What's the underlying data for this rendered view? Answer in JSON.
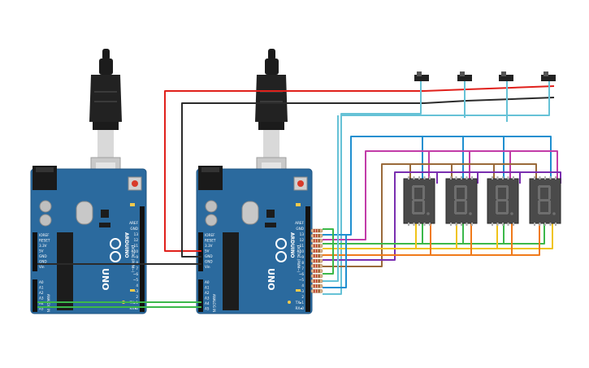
{
  "boards": [
    {
      "logo": "ARDUINO",
      "model": "UNO",
      "header_top": "DIGITAL (PWM~)",
      "header_bottom": "ANALOG IN",
      "power_pins": [
        "IOREF",
        "RESET",
        "3.3V",
        "5V",
        "GND",
        "GND",
        "Vin"
      ],
      "analog_pins": [
        "A0",
        "A1",
        "A2",
        "A3",
        "A4",
        "A5"
      ],
      "digital_pins": [
        "AREF",
        "GND",
        "13",
        "12",
        "~11",
        "~10",
        "~9",
        "8",
        "7",
        "~6",
        "~5",
        "4",
        "~3",
        "2",
        "TX▸1",
        "RX◂0"
      ]
    },
    {
      "logo": "ARDUINO",
      "model": "UNO",
      "header_top": "DIGITAL (PWM~)",
      "header_bottom": "ANALOG IN",
      "power_pins": [
        "IOREF",
        "RESET",
        "3.3V",
        "5V",
        "GND",
        "GND",
        "Vin"
      ],
      "analog_pins": [
        "A0",
        "A1",
        "A2",
        "A3",
        "A4",
        "A5"
      ],
      "digital_pins": [
        "AREF",
        "GND",
        "13",
        "12",
        "~11",
        "~10",
        "~9",
        "8",
        "7",
        "~6",
        "~5",
        "4",
        "~3",
        "2",
        "TX▸1",
        "RX◂0"
      ]
    }
  ],
  "displays": [
    {
      "digit": "8."
    },
    {
      "digit": "8."
    },
    {
      "digit": "8."
    },
    {
      "digit": "8."
    }
  ],
  "colors": {
    "board": "#2b6a9e",
    "board_edge": "#1f5482",
    "red_wire": "#e0201b",
    "black_wire": "#2b2b2b",
    "cyan_wire": "#66c2d6",
    "blue_wire": "#1f8fd0",
    "magenta_wire": "#c23ca8",
    "brown_wire": "#9a6a3a",
    "purple_wire": "#7a2fb0",
    "green_wire": "#3cb84a",
    "yellow_wire": "#f0c419",
    "orange_wire": "#f07a1a"
  }
}
